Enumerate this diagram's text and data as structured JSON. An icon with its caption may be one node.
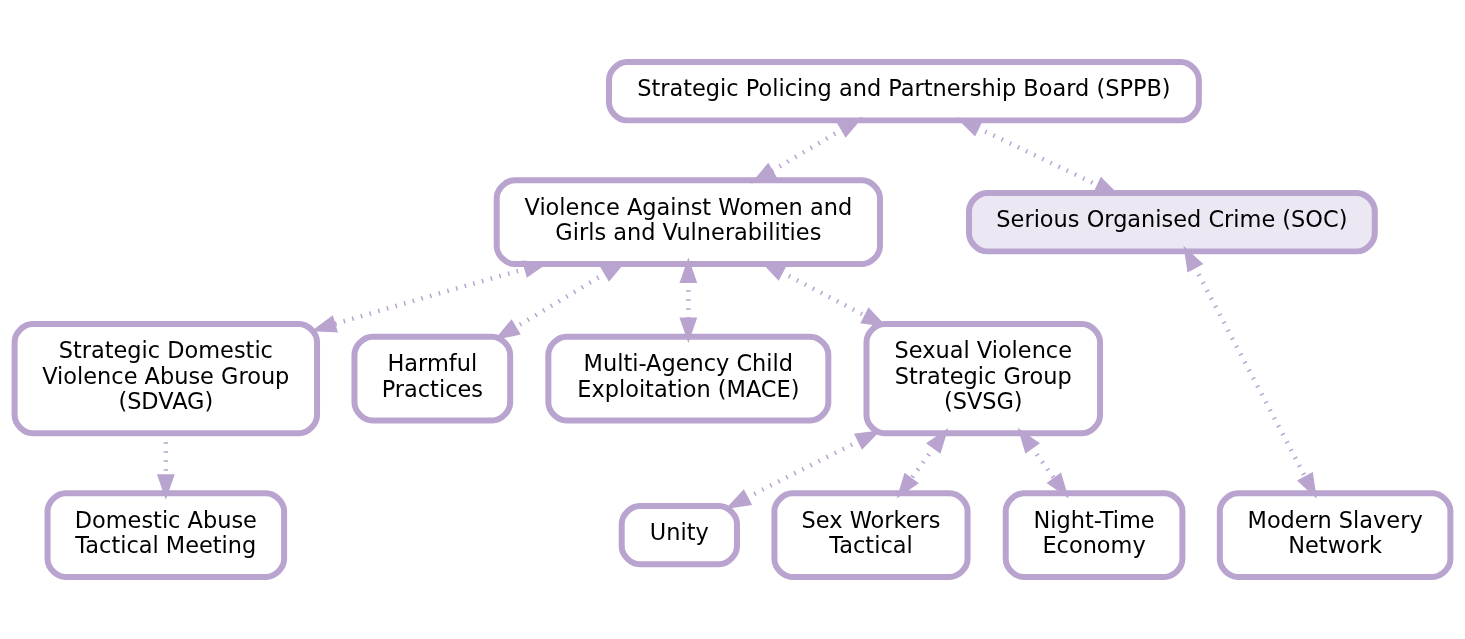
{
  "diagram": {
    "nodes": [
      {
        "text": [
          "Strategic Policing and Partnership Board (SPPB)"
        ]
      },
      {
        "text": [
          "Violence Against Women and Girls and Vulnerabilities"
        ]
      },
      {
        "text": [
          "Serious Organised Crime (SOC)"
        ]
      },
      {
        "text": [
          "Strategic Domestic Violence Abuse Group (SDVAG)"
        ]
      },
      {
        "text": [
          "Harmful Practices"
        ]
      },
      {
        "text": [
          "Multi-Agency Child Exploitation (MACE)"
        ]
      },
      {
        "text": [
          "Sexual Violence Strategic Group (SVSG)"
        ]
      },
      {
        "text": [
          "Domestic Abuse Tactical Meeting"
        ]
      },
      {
        "text": [
          "Unity"
        ]
      },
      {
        "text": [
          "Sex Workers Tactical"
        ]
      },
      {
        "text": [
          "Night-Time Economy"
        ]
      },
      {
        "text": [
          "Modern Slavery Network"
        ]
      }
    ],
    "edges": [
      {
        "from": 0,
        "to": 1,
        "arrow": "both"
      },
      {
        "from": 0,
        "to": 2,
        "arrow": "both"
      },
      {
        "from": 1,
        "to": 3,
        "arrow": "both"
      },
      {
        "from": 1,
        "to": 4,
        "arrow": "both"
      },
      {
        "from": 1,
        "to": 5,
        "arrow": "both"
      },
      {
        "from": 1,
        "to": 6,
        "arrow": "both"
      },
      {
        "from": 3,
        "to": 7,
        "arrow": "to"
      },
      {
        "from": 6,
        "to": 8,
        "arrow": "both"
      },
      {
        "from": 6,
        "to": 9,
        "arrow": "both"
      },
      {
        "from": 6,
        "to": 10,
        "arrow": "both"
      },
      {
        "from": 2,
        "to": 11,
        "arrow": "both"
      }
    ]
  }
}
